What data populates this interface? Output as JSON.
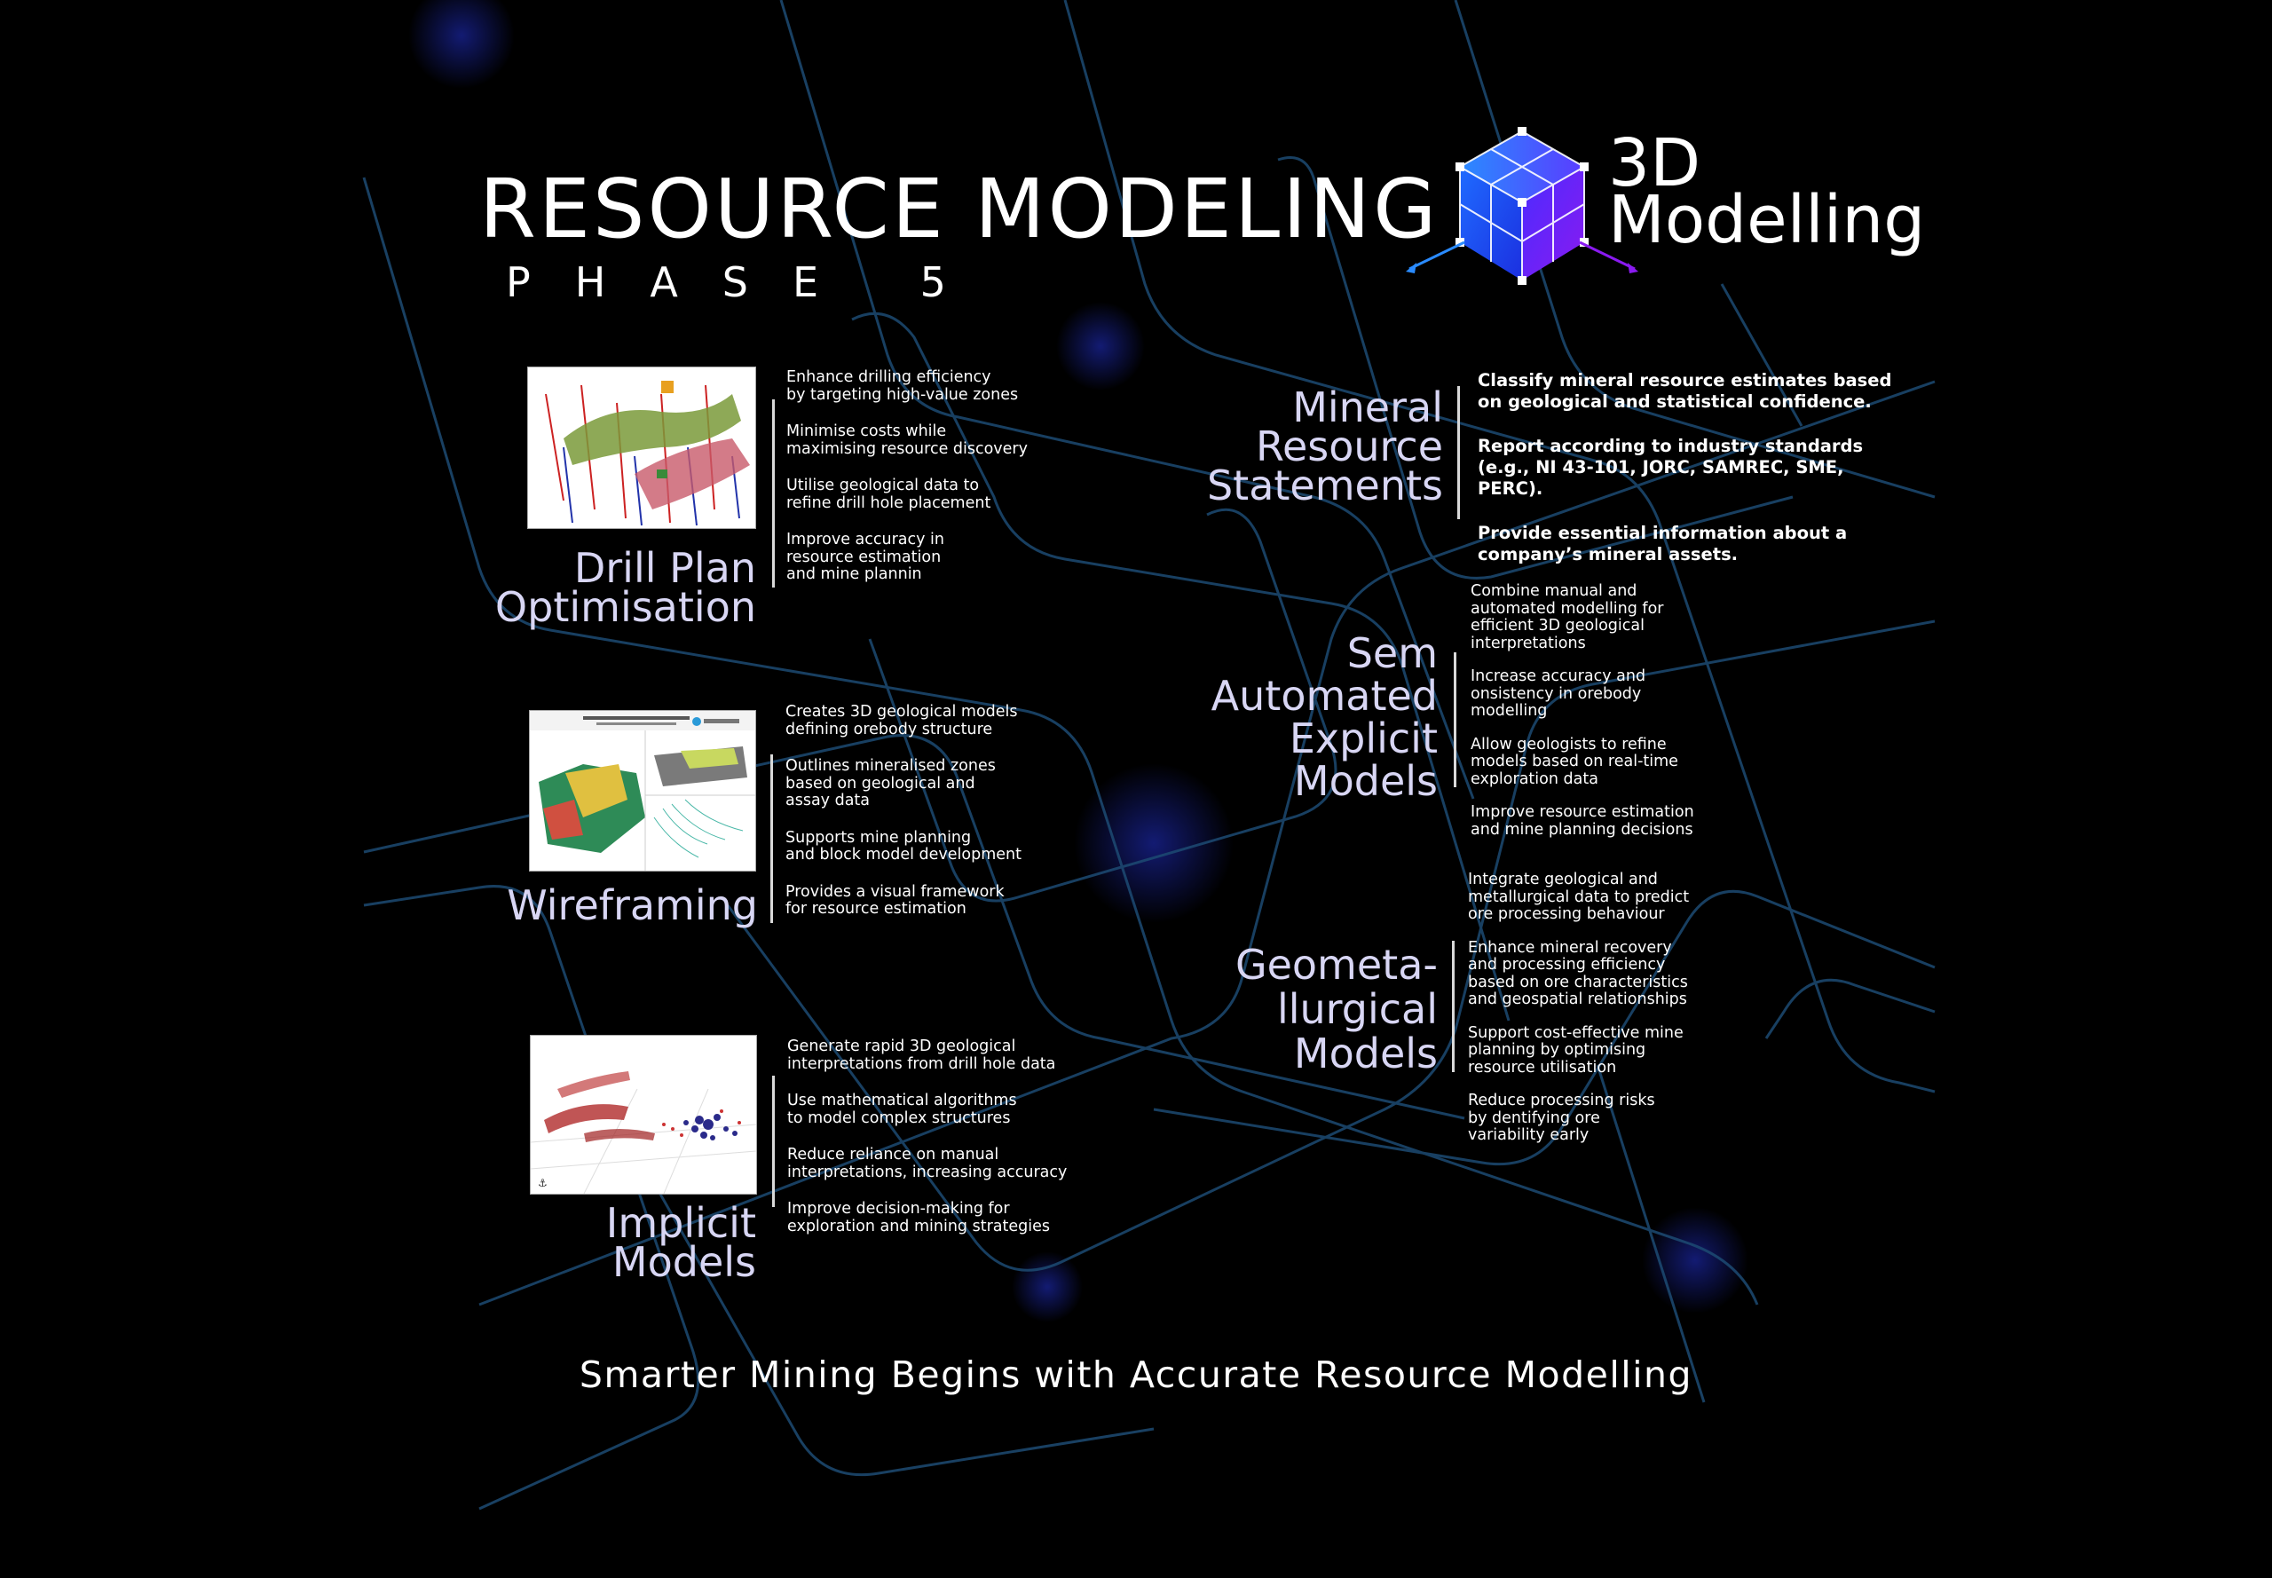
{
  "title": "RESOURCE MODELING",
  "subtitle": "PHASE 5",
  "logo": {
    "line1": "3D",
    "line2": "Modelling",
    "icon": "cube-icon"
  },
  "colors": {
    "background": "#000000",
    "section_title": "#d8d6f4",
    "circuit_lines": "#1f4f7a",
    "logo_cube_blue": "#1e4dff",
    "logo_cube_purple": "#7a1ef0"
  },
  "left_sections": [
    {
      "title": "Drill Plan\nOptimisation",
      "thumbnail": "drill-plan-3d-thumbnail",
      "bullets": [
        "Enhance drilling efficiency\nby targeting high-value zones",
        "Minimise costs while\nmaximising resource discovery",
        "Utilise geological data to\nrefine drill hole placement",
        "Improve accuracy in\nresource estimation\nand mine plannin"
      ]
    },
    {
      "title": "Wireframing",
      "thumbnail": "wireframe-model-thumbnail",
      "bullets": [
        "Creates 3D geological models\ndefining orebody structure",
        "Outlines mineralised zones\nbased  on geological and\nassay data",
        "Supports mine planning\nand block model development",
        "Provides a visual framework\nfor resource estimation"
      ]
    },
    {
      "title": "Implicit\nModels",
      "thumbnail": "implicit-model-thumbnail",
      "bullets": [
        "Generate rapid 3D geological\ninterpretations from drill hole data",
        "Use mathematical algorithms\nto model complex structures",
        "Reduce reliance on manual\ninterpretations, increasing accuracy",
        "Improve decision-making for\nexploration and mining strategies"
      ]
    }
  ],
  "right_sections": [
    {
      "title": "Mineral\nResource\nStatements",
      "bullets": [
        "Classify mineral resource estimates based\non geological and statistical confidence.",
        "Report according to industry standards\n(e.g., NI 43-101, JORC, SAMREC, SME, PERC).",
        "Provide essential information about a\ncompany’s mineral assets."
      ]
    },
    {
      "title": "Sem\nAutomated\nExplicit\nModels",
      "bullets": [
        "Combine manual and\nautomated modelling for\nefficient 3D geological\ninterpretations",
        "Increase accuracy and\nonsistency in orebody\nmodelling",
        "Allow geologists to refine\nmodels based on real-time\nexploration data",
        "Improve resource estimation\nand mine planning decisions"
      ]
    },
    {
      "title": "Geometa-\nllurgical\nModels",
      "bullets": [
        "Integrate geological and\nmetallurgical data to predict\nore processing behaviour",
        "Enhance mineral recovery\nand processing efficiency\nbased on ore characteristics\nand geospatial relationships",
        "Support cost-effective mine\nplanning by optimising\nresource utilisation",
        "Reduce processing risks\nby dentifying ore\nvariability early"
      ]
    }
  ],
  "tagline": "Smarter Mining Begins with Accurate Resource Modelling"
}
